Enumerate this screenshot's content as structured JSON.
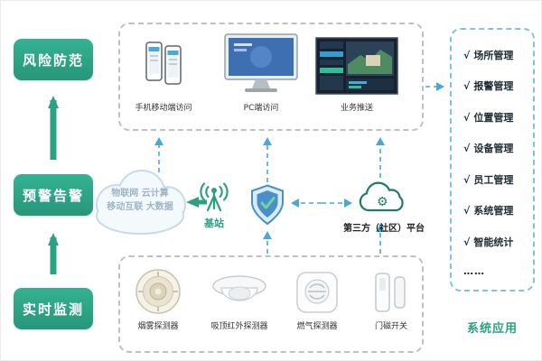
{
  "left_stages": {
    "items": [
      {
        "label": "风险防范"
      },
      {
        "label": "预警告警"
      },
      {
        "label": "实时监测"
      }
    ]
  },
  "top_box": {
    "devices": [
      {
        "label": "手机移动端访问"
      },
      {
        "label": "PC端访问"
      },
      {
        "label": "业务推送"
      }
    ]
  },
  "cloud": {
    "lines": [
      "物联网 云计算",
      "移动互联 大数据"
    ]
  },
  "middle": {
    "base_station": "基站",
    "third_party": "第三方（社区）平台"
  },
  "bottom_box": {
    "sensors": [
      {
        "label": "烟雾探测器"
      },
      {
        "label": "吸顶红外探测器"
      },
      {
        "label": "燃气探测器"
      },
      {
        "label": "门磁开关"
      }
    ]
  },
  "right_panel": {
    "check_mark": "√",
    "items": [
      "场所管理",
      "报警管理",
      "位置管理",
      "设备管理",
      "员工管理",
      "系统管理",
      "智能统计"
    ],
    "ellipsis": "……",
    "footer": "系统应用"
  },
  "colors": {
    "stage_green": "#2ba082",
    "dashed_connector_blue": "#49a8d4",
    "dashed_border_gray": "#b9c2c8",
    "dashed_border_blue": "#7fc3de",
    "shield_blue": "#4a90c8",
    "shield_check_green": "#6fd3a8",
    "platform_teal": "#1f7a67",
    "cloud_text_gray": "#9db4c6"
  }
}
